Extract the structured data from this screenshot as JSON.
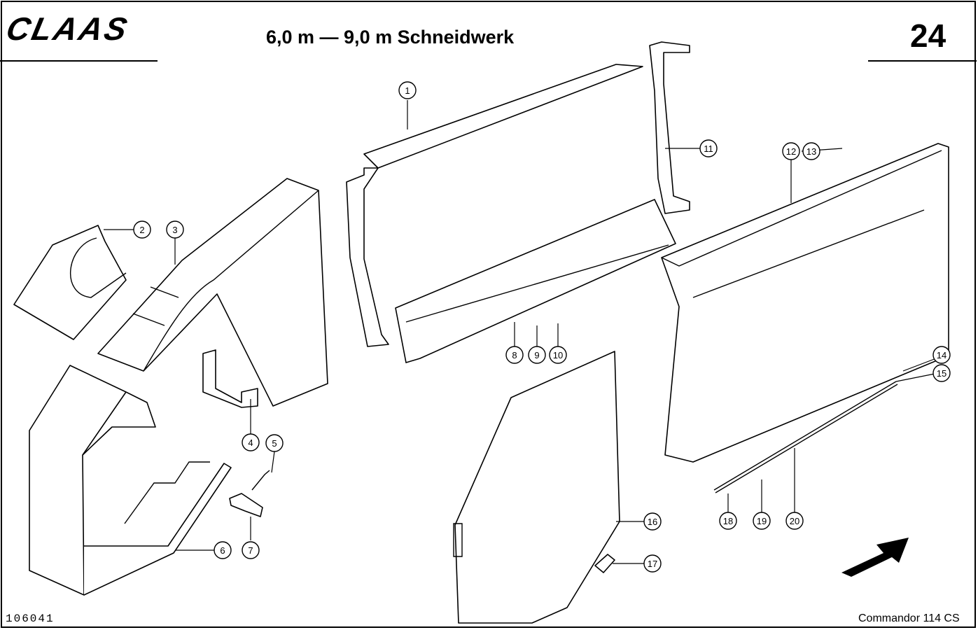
{
  "header": {
    "brand": "CLAAS",
    "title": "6,0 m — 9,0 m Schneidwerk",
    "page_number": "24"
  },
  "footer": {
    "document_number": "106041",
    "model": "Commandor 114 CS"
  },
  "callouts": [
    "1",
    "2",
    "3",
    "4",
    "5",
    "6",
    "7",
    "8",
    "9",
    "10",
    "11",
    "12",
    "13",
    "14",
    "15",
    "16",
    "17",
    "18",
    "19",
    "20"
  ]
}
